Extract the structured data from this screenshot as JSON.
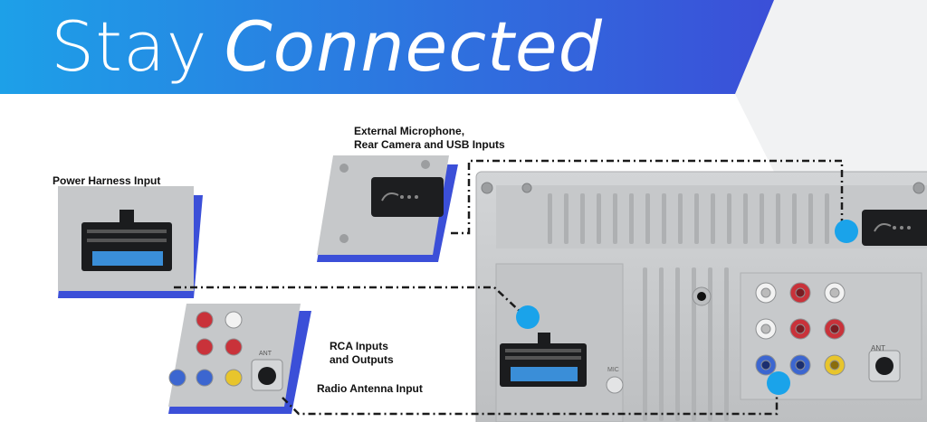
{
  "header": {
    "title_light": "Stay",
    "title_italic": "Connected"
  },
  "callouts": {
    "power_harness": "Power Harness Input",
    "external_line1": "External Microphone,",
    "external_line2": "Rear Camera and USB Inputs",
    "rca_line1": "RCA Inputs",
    "rca_line2": "and Outputs",
    "antenna": "Radio Antenna Input"
  },
  "panel_markings": {
    "mic": "MIC",
    "ant_main": "ANT",
    "ant_inset": "ANT"
  },
  "colors": {
    "banner_start": "#1da0e8",
    "banner_end": "#3b4fd8",
    "accent_blue": "#3b4fd8",
    "marker_blue": "#1aa3ea",
    "panel_gray": "#c9cbcd",
    "rca_red": "#c9323a",
    "rca_white": "#f2f2f2",
    "rca_yellow": "#e8c52c"
  }
}
